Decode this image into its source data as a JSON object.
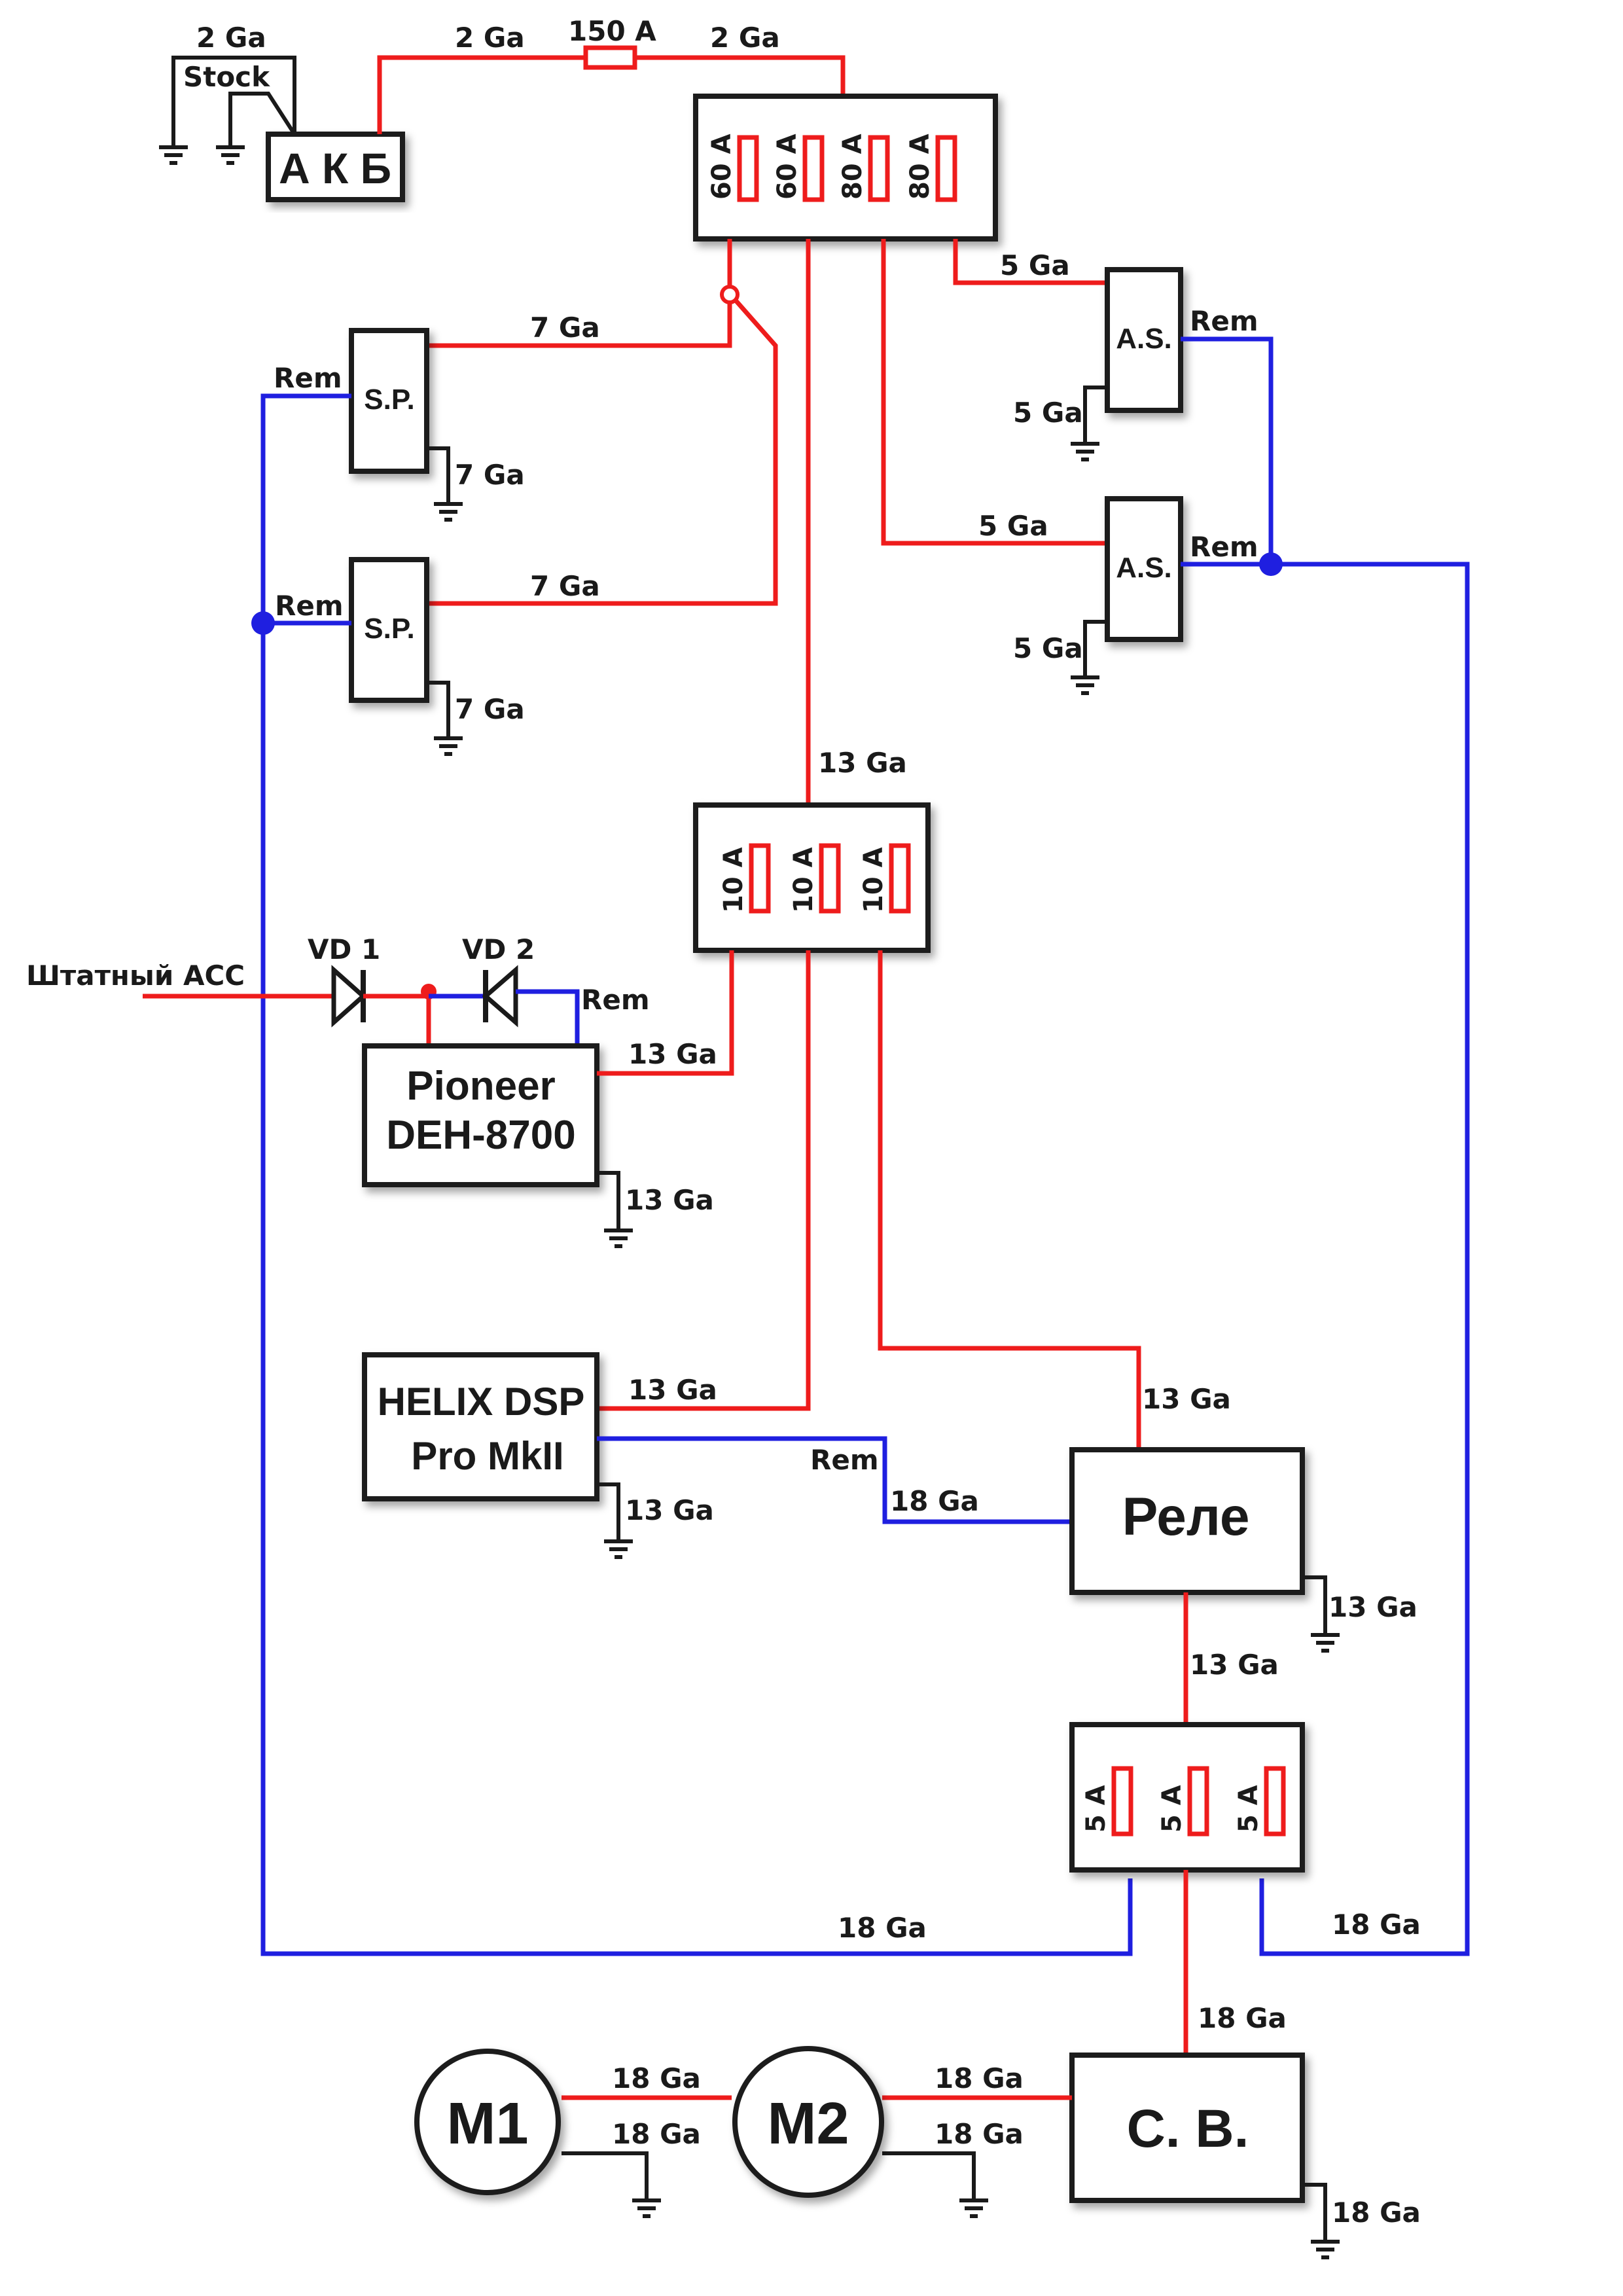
{
  "components": {
    "battery": "А К Б",
    "fuse_block_main": {
      "fuses": [
        "60 A",
        "60 A",
        "80 A",
        "80 A"
      ]
    },
    "fuse_block_mid": {
      "fuses": [
        "10 A",
        "10 A",
        "10 A"
      ]
    },
    "fuse_block_low": {
      "fuses": [
        "5 A",
        "5 A",
        "5 A"
      ]
    },
    "sp1": "S.P.",
    "sp2": "S.P.",
    "as1": "A.S.",
    "as2": "A.S.",
    "head_unit_line1": "Pioneer",
    "head_unit_line2": "DEH-8700",
    "dsp_line1": "HELIX DSP",
    "dsp_line2": "Pro MkII",
    "relay": "Реле",
    "controller": "С. В.",
    "motor1": "M1",
    "motor2": "M2"
  },
  "labels": {
    "stock_ground_gauge": "2 Ga",
    "stock": "Stock",
    "batt_to_fuse_gauge": "2 Ga",
    "inline_fuse": "150 A",
    "fuse_to_block_gauge": "2 Ga",
    "sp_power_gauge": "7 Ga",
    "sp_ground_gauge": "7 Ga",
    "as_power_gauge": "5 Ga",
    "as_ground_gauge": "5 Ga",
    "rem": "Rem",
    "mid_feed_gauge": "13 Ga",
    "acc": "Штатный  ACC",
    "vd1": "VD 1",
    "vd2": "VD 2",
    "hu_power_gauge": "13 Ga",
    "hu_ground_gauge": "13 Ga",
    "dsp_power_gauge": "13 Ga",
    "dsp_ground_gauge": "13 Ga",
    "relay_power_gauge": "13 Ga",
    "relay_ground_gauge": "13 Ga",
    "relay_ctrl_gauge": "18 Ga",
    "relay_out_gauge": "13 Ga",
    "low_out_gauge": "18 Ga",
    "motor_gauge": "18 Ga"
  },
  "colors": {
    "power_wire": "#ee1c1c",
    "remote_wire": "#1f1fe0",
    "ground_wire": "#1a1a1a"
  }
}
